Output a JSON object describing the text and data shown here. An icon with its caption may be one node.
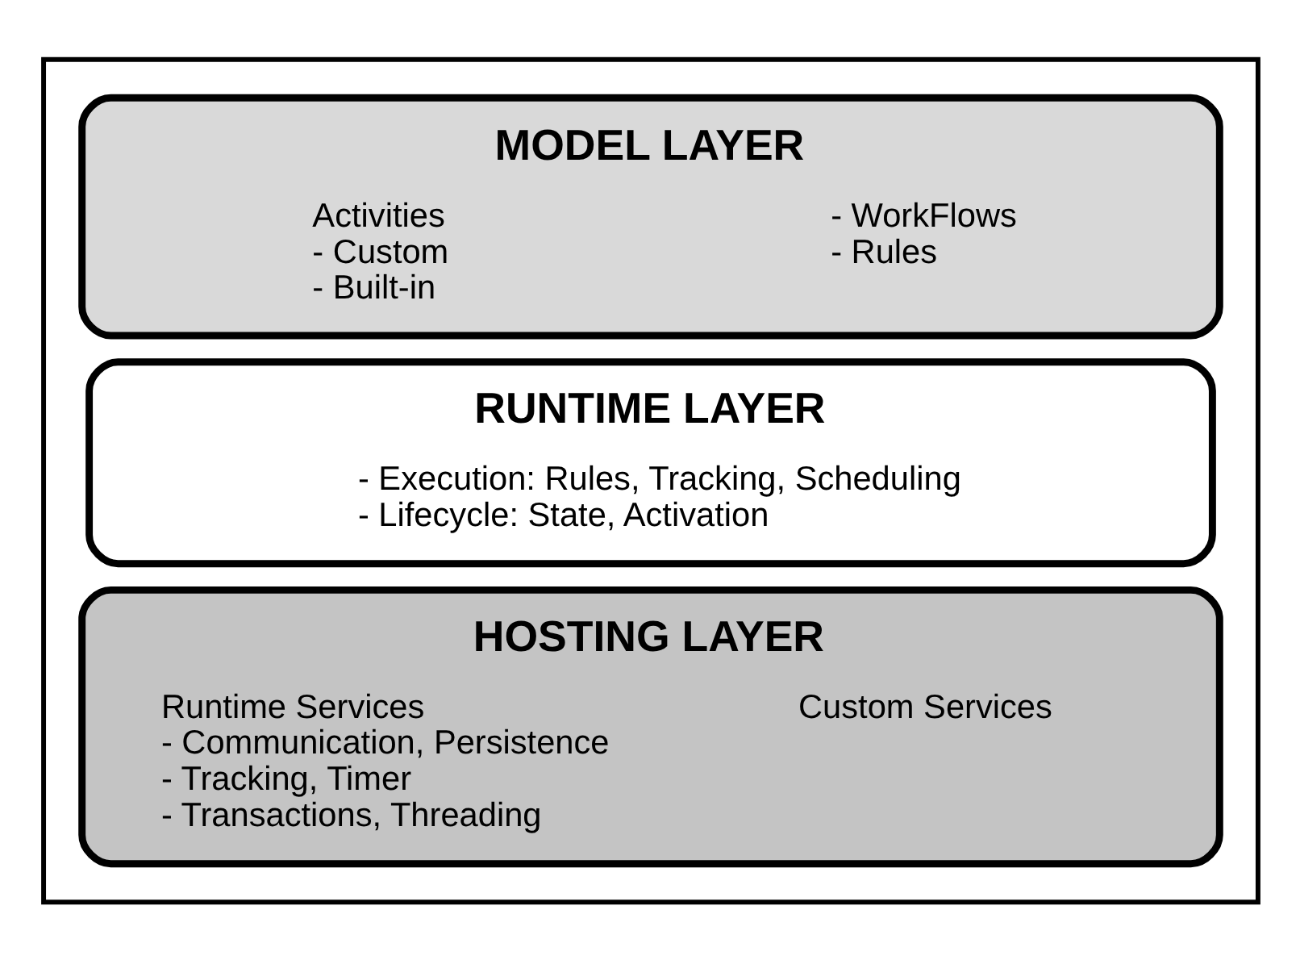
{
  "diagram": {
    "nodes": [
      {
        "text": [],
        "shape": "box"
      },
      {
        "text": [
          "MODEL LAYER",
          "Activities - Custom - Built-in",
          "- WorkFlows - Rules"
        ],
        "in": 0
      },
      {
        "text": [
          "RUNTIME LAYER",
          "- Execution: Rules, Tracking, Scheduling - Lifecycle: State, Activation"
        ],
        "in": 0
      },
      {
        "text": [
          "HOSTING LAYER",
          "Runtime Services - Communication, Persistence - Tracking, Timer - Transactions, Threading",
          "Custom Services"
        ],
        "in": 0
      }
    ],
    "edges": []
  }
}
